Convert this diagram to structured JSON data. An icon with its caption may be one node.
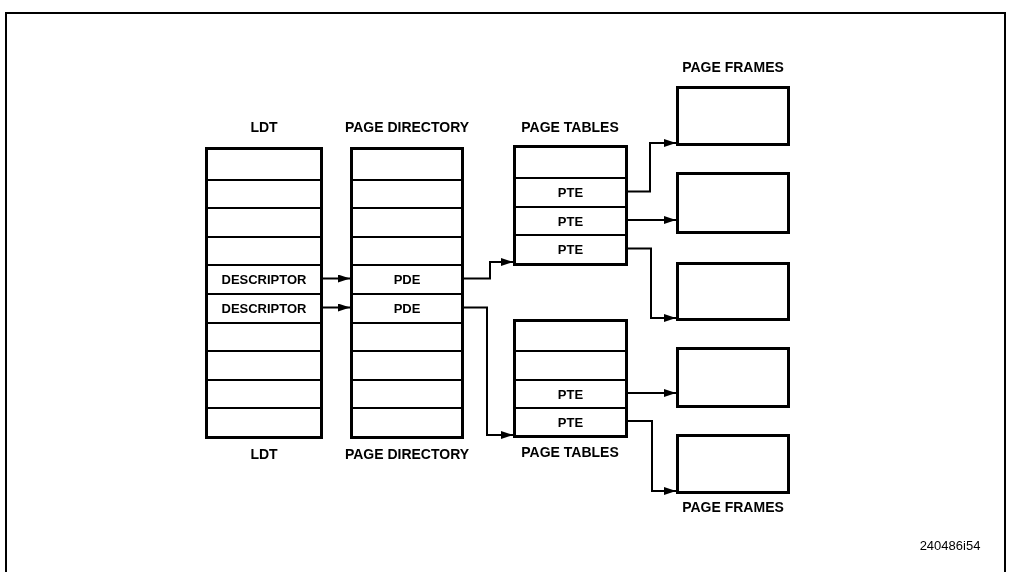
{
  "diagram": {
    "nodes": [
      {
        "text": [],
        "shape": "box"
      },
      {
        "text": [],
        "shape": "box",
        "in": 0
      },
      {
        "text": [],
        "shape": "box",
        "in": 0
      },
      {
        "text": [],
        "shape": "box",
        "in": 0
      },
      {
        "text": [],
        "shape": "box",
        "in": 0
      },
      {
        "text": [
          "DESCRIPTOR"
        ],
        "in": 0
      },
      {
        "text": [
          "DESCRIPTOR"
        ],
        "in": 0
      },
      {
        "text": [],
        "shape": "box",
        "in": 0
      },
      {
        "text": [],
        "shape": "box",
        "in": 0
      },
      {
        "text": [],
        "shape": "box",
        "in": 0
      },
      {
        "text": [],
        "shape": "box",
        "in": 0
      },
      {
        "text": [],
        "shape": "box"
      },
      {
        "text": [],
        "shape": "box",
        "in": 11
      },
      {
        "text": [],
        "shape": "box",
        "in": 11
      },
      {
        "text": [],
        "shape": "box",
        "in": 11
      },
      {
        "text": [],
        "shape": "box",
        "in": 11
      },
      {
        "text": [
          "PDE"
        ],
        "in": 11
      },
      {
        "text": [
          "PDE"
        ],
        "in": 11
      },
      {
        "text": [],
        "shape": "box",
        "in": 11
      },
      {
        "text": [],
        "shape": "box",
        "in": 11
      },
      {
        "text": [],
        "shape": "box",
        "in": 11
      },
      {
        "text": [],
        "shape": "box",
        "in": 11
      },
      {
        "text": [],
        "shape": "box"
      },
      {
        "text": [],
        "shape": "box",
        "in": 22
      },
      {
        "text": [
          "PTE"
        ],
        "in": 22
      },
      {
        "text": [
          "PTE"
        ],
        "in": 22
      },
      {
        "text": [
          "PTE"
        ],
        "in": 22
      },
      {
        "text": [],
        "shape": "box"
      },
      {
        "text": [],
        "shape": "box",
        "in": 27
      },
      {
        "text": [],
        "shape": "box",
        "in": 27
      },
      {
        "text": [
          "PTE"
        ],
        "in": 27
      },
      {
        "text": [
          "PTE"
        ],
        "in": 27
      },
      {
        "text": [],
        "shape": "box"
      },
      {
        "text": [],
        "shape": "box"
      },
      {
        "text": [],
        "shape": "box"
      },
      {
        "text": [],
        "shape": "box"
      },
      {
        "text": [],
        "shape": "box"
      }
    ],
    "edges": [
      {
        "from": 5,
        "to": 16,
        "arrow": "to"
      },
      {
        "from": 6,
        "to": 17,
        "arrow": "to"
      },
      {
        "from": 16,
        "to": 22,
        "arrow": "to"
      },
      {
        "from": 17,
        "to": 27,
        "arrow": "to"
      },
      {
        "from": 24,
        "to": 32,
        "arrow": "to"
      },
      {
        "from": 25,
        "to": 33,
        "arrow": "to"
      },
      {
        "from": 26,
        "to": 34,
        "arrow": "to"
      },
      {
        "from": 30,
        "to": 35,
        "arrow": "to"
      },
      {
        "from": 31,
        "to": 36,
        "arrow": "to"
      }
    ],
    "labels": [
      "PAGE FRAMES",
      "LDT",
      "PAGE DIRECTORY",
      "PAGE TABLES",
      "LDT",
      "PAGE DIRECTORY",
      "PAGE TABLES",
      "PAGE FRAMES",
      "240486i54"
    ]
  }
}
